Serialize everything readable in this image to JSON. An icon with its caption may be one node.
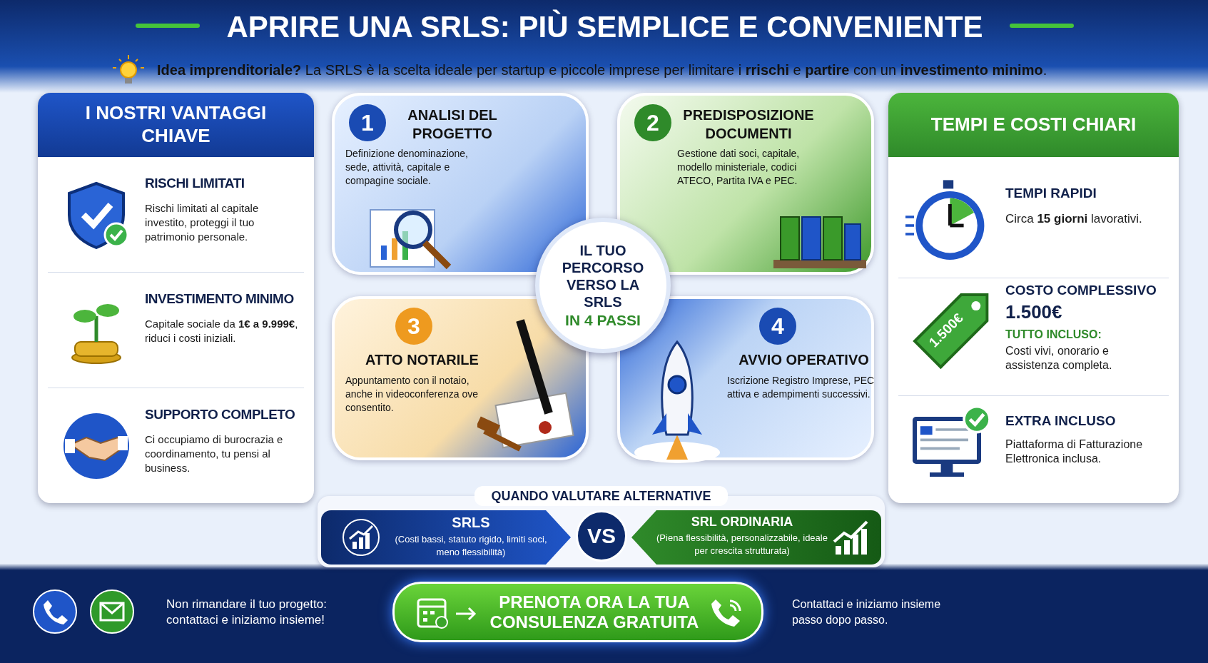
{
  "diagram": {
    "title": "APRIRE UNA SRLS: PIÙ SEMPLICE E CONVENIENTE",
    "nodes": [
      {
        "text": [
          "I NOSTRI VANTAGGI CHIAVE"
        ]
      },
      {
        "text": [
          "RISCHI LIMITATI",
          "Rischi limitati al capitale investito, proteggi il tuo patrimonio personale."
        ],
        "in": 0
      },
      {
        "text": [
          "INVESTIMENTO MINIMO",
          "Capitale sociale da **1€ a 9.999€**, riduci i costi iniziali."
        ],
        "in": 0
      },
      {
        "text": [
          "SUPPORTO COMPLETO",
          "Ci occupiamo di burocrazia e coordinamento, tu pensi al business."
        ],
        "in": 0
      },
      {
        "text": [
          "1",
          "ANALISI DEL PROGETTO",
          "Definizione denominazione, sede, attività, capitale e compagine sociale."
        ]
      },
      {
        "text": [
          "2",
          "PREDISPOSIZIONE DOCUMENTI",
          "Gestione dati soci, capitale, modello ministeriale, codici ATECO, Partita IVA e PEC."
        ]
      },
      {
        "text": [
          "3",
          "ATTO NOTARILE",
          "Appuntamento con il notaio, anche in videoconferenza ove consentito."
        ]
      },
      {
        "text": [
          "4",
          "AVVIO OPERATIVO",
          "Iscrizione Registro Imprese, PEC attiva e adempimenti successivi."
        ]
      },
      {
        "text": [
          "IL TUO PERCORSO VERSO LA SRLS",
          "IN 4 PASSI"
        ]
      },
      {
        "text": [
          "TEMPI E COSTI CHIARI"
        ]
      },
      {
        "text": [
          "TEMPI RAPIDI",
          "Circa **15 giorni** lavorativi."
        ],
        "in": 9
      },
      {
        "text": [
          "COSTO COMPLESSIVO",
          "1.500€",
          "TUTTO INCLUSO:",
          "Costi vivi, onorario e assistenza completa."
        ],
        "in": 9
      },
      {
        "text": [
          "EXTRA INCLUSO",
          "Piattaforma di Fatturazione Elettronica inclusa."
        ],
        "in": 9
      },
      {
        "text": [
          "QUANDO VALUTARE ALTERNATIVE"
        ]
      },
      {
        "text": [
          "SRLS",
          "(Costi bassi, statuto rigido, limiti soci, meno flessibilità)"
        ],
        "in": 13
      },
      {
        "text": [
          "VS"
        ],
        "in": 13
      },
      {
        "text": [
          "SRL ORDINARIA",
          "(Piena flessibilità, personalizzabile, ideale per crescita strutturata)"
        ],
        "in": 13
      },
      {
        "text": [
          "PRENOTA ORA LA TUA CONSULENZA GRATUITA"
        ]
      }
    ],
    "labels": [
      "**Idea imprenditoriale?** La SRLS è la scelta ideale per startup e piccole imprese per limitare i **rrischi** e **partire** con un **investimento minimo**.",
      "1.500€",
      "Non rimandare il tuo progetto: contattaci e iniziamo insieme!",
      "Contattaci e iniziamo insieme passo dopo passo."
    ]
  }
}
